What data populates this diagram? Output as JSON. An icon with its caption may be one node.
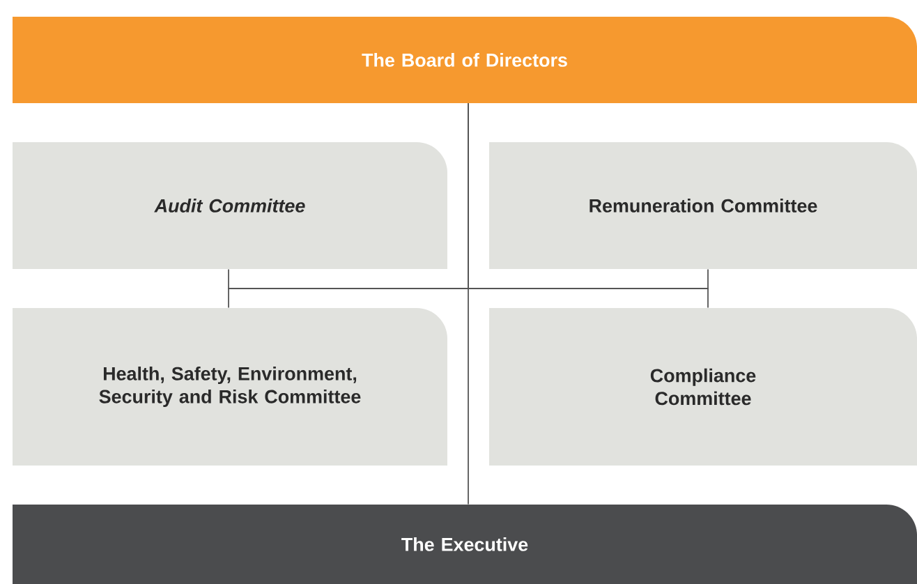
{
  "diagram": {
    "nodes": [
      {
        "text": [
          "The Board of Directors"
        ]
      },
      {
        "text": [
          "Audit Committee"
        ]
      },
      {
        "text": [
          "Remuneration Committee"
        ]
      },
      {
        "text": [
          "Health, Safety, Environment, Security and Risk Committee"
        ]
      },
      {
        "text": [
          "Compliance Committee"
        ]
      },
      {
        "text": [
          "The Executive"
        ]
      }
    ],
    "edges": [
      {
        "from": 0,
        "to": 1,
        "arrow": "none"
      },
      {
        "from": 0,
        "to": 2,
        "arrow": "none"
      },
      {
        "from": 0,
        "to": 3,
        "arrow": "none"
      },
      {
        "from": 0,
        "to": 4,
        "arrow": "none"
      },
      {
        "from": 0,
        "to": 5,
        "arrow": "none"
      }
    ]
  }
}
